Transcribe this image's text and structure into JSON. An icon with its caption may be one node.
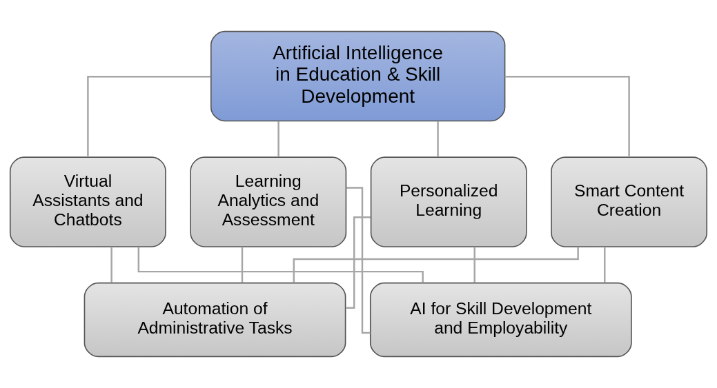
{
  "diagram": {
    "nodes": [
      {
        "text": [
          "Artificial Intelligence in Education & Skill Development"
        ]
      },
      {
        "text": [
          "Personalized Learning"
        ]
      },
      {
        "text": [
          "Smart Content Creation"
        ]
      },
      {
        "text": [
          "Virtual Assistants and Chatbots"
        ]
      },
      {
        "text": [
          "Learning Analytics and Assessment"
        ]
      },
      {
        "text": [
          "Automation of Administrative Tasks"
        ]
      },
      {
        "text": [
          "AI for Skill Development and Employability"
        ]
      }
    ],
    "edges": [
      {
        "from": 0,
        "to": 1,
        "arrow": "none"
      },
      {
        "from": 0,
        "to": 2,
        "arrow": "none"
      },
      {
        "from": 0,
        "to": 3,
        "arrow": "none"
      },
      {
        "from": 0,
        "to": 4,
        "arrow": "none"
      },
      {
        "from": 1,
        "to": 5,
        "arrow": "none"
      },
      {
        "from": 2,
        "to": 5,
        "arrow": "none"
      },
      {
        "from": 3,
        "to": 5,
        "arrow": "none"
      },
      {
        "from": 4,
        "to": 5,
        "arrow": "none"
      },
      {
        "from": 1,
        "to": 6,
        "arrow": "none"
      },
      {
        "from": 2,
        "to": 6,
        "arrow": "none"
      },
      {
        "from": 3,
        "to": 6,
        "arrow": "none"
      },
      {
        "from": 4,
        "to": 6,
        "arrow": "none"
      }
    ]
  }
}
